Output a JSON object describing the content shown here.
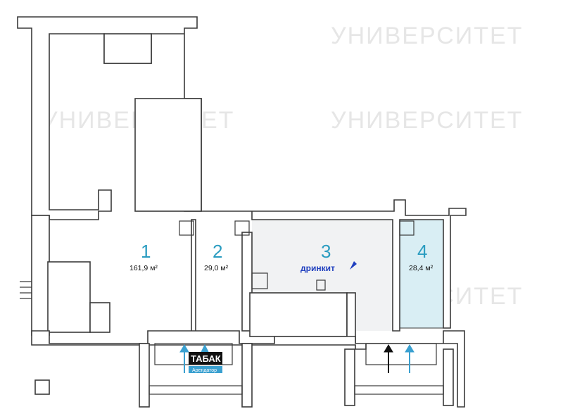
{
  "rooms": [
    {
      "number": "1",
      "area": "161,9 м²"
    },
    {
      "number": "2",
      "area": "29,0 м²"
    },
    {
      "number": "3",
      "area": ""
    },
    {
      "number": "4",
      "area": "28,4 м²"
    }
  ],
  "tenants": {
    "drinkit": "дринкит",
    "tabak": "ТАБАК",
    "tabak_sub": "Арендатор"
  },
  "watermark": "УНИВЕРСИТЕТ",
  "colors": {
    "accent": "#2a9cc0",
    "highlight_fill": "#d9eef4",
    "brand_blue": "#1f3fbf",
    "arrow_blue": "#3aa0d0",
    "arrow_black": "#111111"
  }
}
